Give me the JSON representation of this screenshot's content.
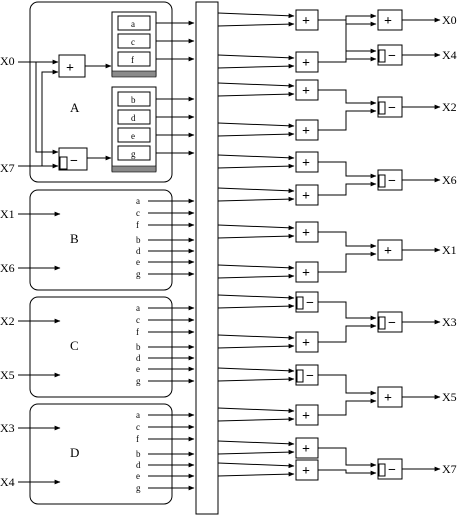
{
  "inputs": {
    "x0": "X0",
    "x7": "X7",
    "x1": "X1",
    "x6": "X6",
    "x2": "X2",
    "x5": "X5",
    "x3": "X3",
    "x4": "X4"
  },
  "blocks": {
    "a": "A",
    "b": "B",
    "c": "C",
    "d": "D"
  },
  "register_groups": {
    "top": [
      "a",
      "c",
      "f"
    ],
    "bottom": [
      "b",
      "d",
      "e",
      "g"
    ]
  },
  "operators": {
    "plus": "+",
    "minus": "−"
  },
  "outputs": [
    "X0",
    "X4",
    "X2",
    "X6",
    "X1",
    "X3",
    "X5",
    "X7"
  ]
}
